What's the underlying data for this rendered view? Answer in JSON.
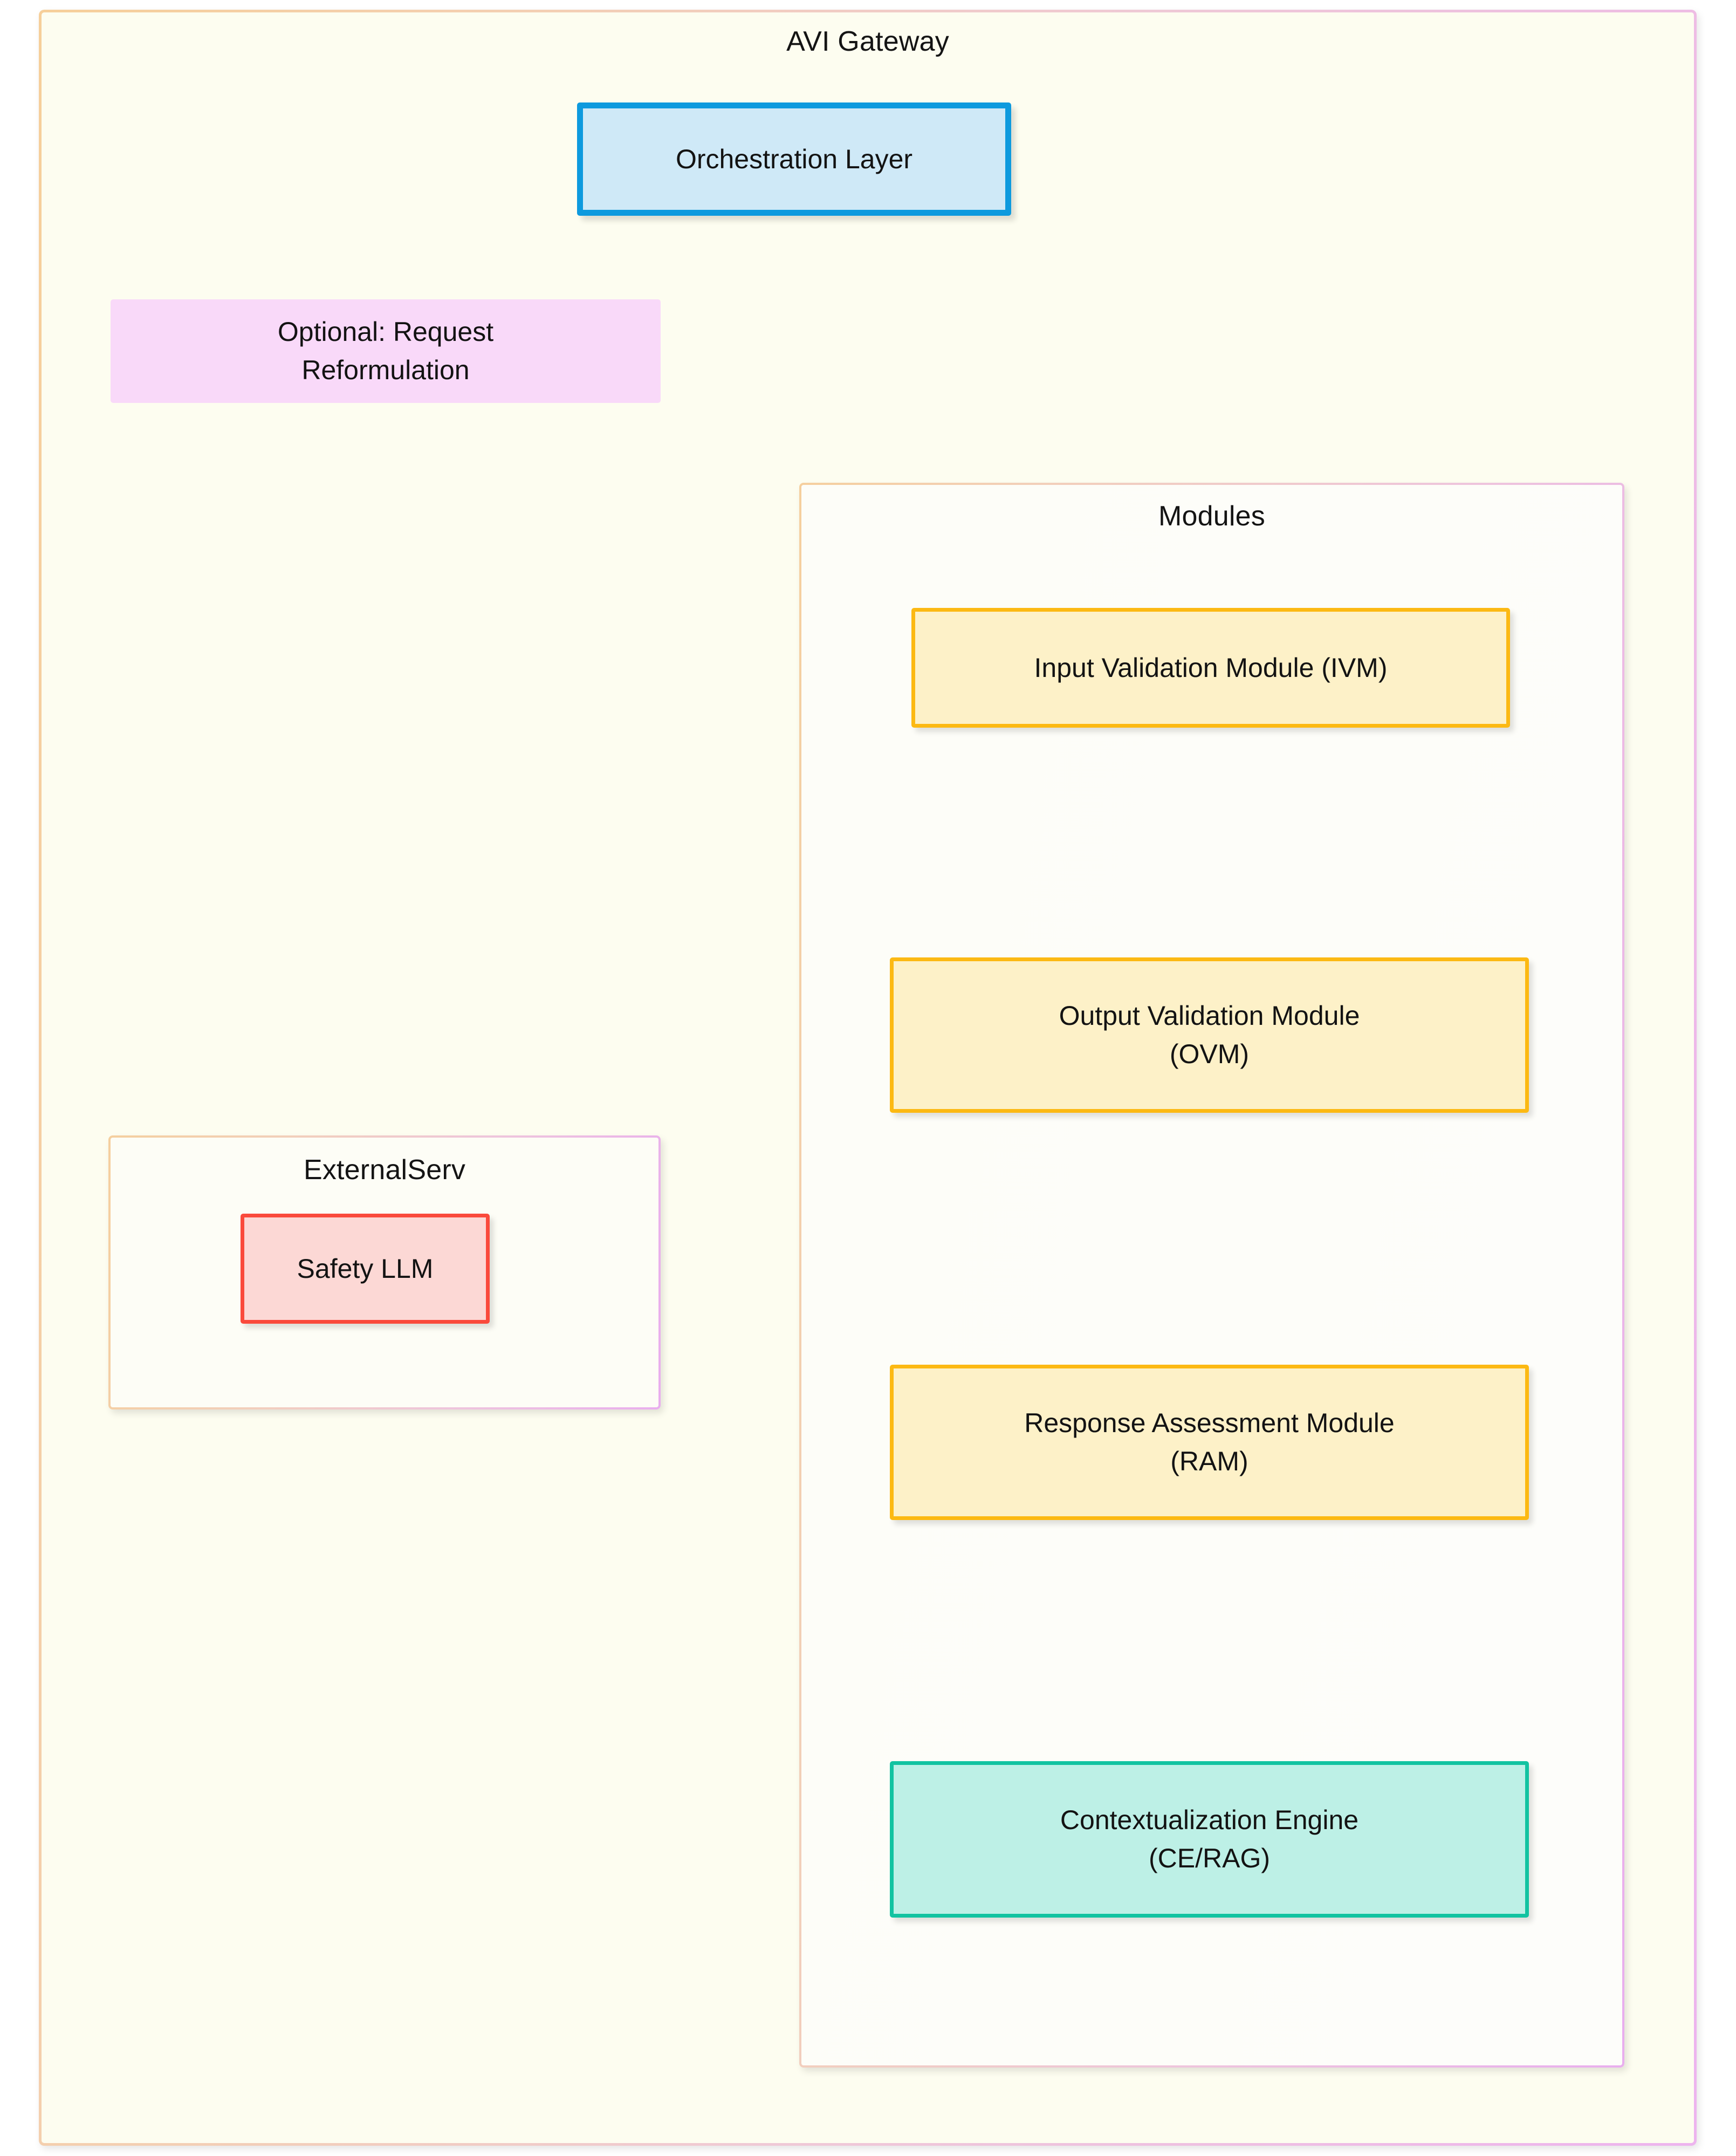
{
  "diagram": {
    "type": "flowchart",
    "orientation": "top-down",
    "title": "AVI Gateway",
    "background_color": "#fdfdf0"
  },
  "gateway": {
    "title": "AVI Gateway",
    "border_gradient_from": "#f6cf9a",
    "border_gradient_to": "#edb4ee"
  },
  "nodes": {
    "orchestration_layer": {
      "label": "Orchestration Layer",
      "fill": "#cfe9f7",
      "stroke": "#0d9ade"
    },
    "request_reformulation": {
      "label": "Optional: Request\nReformulation",
      "fill": "#f9d9f9",
      "stroke": "none"
    },
    "safety_llm": {
      "label": "Safety LLM",
      "fill": "#fcd8d5",
      "stroke": "#fa4a3c"
    },
    "ivm": {
      "label": "Input Validation Module (IVM)",
      "fill": "#fdf1c8",
      "stroke": "#fcb913"
    },
    "ovm": {
      "label": "Output Validation Module\n(OVM)",
      "fill": "#fdf1c8",
      "stroke": "#fcb913"
    },
    "ram": {
      "label": "Response Assessment Module\n(RAM)",
      "fill": "#fdf1c8",
      "stroke": "#fcb913"
    },
    "ce_rag": {
      "label": "Contextualization Engine\n(CE/RAG)",
      "fill": "#bdf0e6",
      "stroke": "#12c3a1"
    }
  },
  "subgraphs": {
    "external_serv": {
      "title": "ExternalServ"
    },
    "modules": {
      "title": "Modules"
    }
  },
  "edges": [
    {
      "from": "Orchestration Layer",
      "to": "Optional: Request Reformulation",
      "arrow": false
    },
    {
      "from": "Orchestration Layer",
      "to": "Modules",
      "arrow": true
    },
    {
      "from": "Optional: Request Reformulation",
      "to": "ExternalServ",
      "arrow": true
    },
    {
      "from": "Input Validation Module (IVM)",
      "to": "Output Validation Module (OVM)",
      "arrow": false
    },
    {
      "from": "Output Validation Module (OVM)",
      "to": "Response Assessment Module (RAM)",
      "arrow": false
    },
    {
      "from": "Response Assessment Module (RAM)",
      "to": "Contextualization Engine (CE/RAG)",
      "arrow": false
    }
  ]
}
